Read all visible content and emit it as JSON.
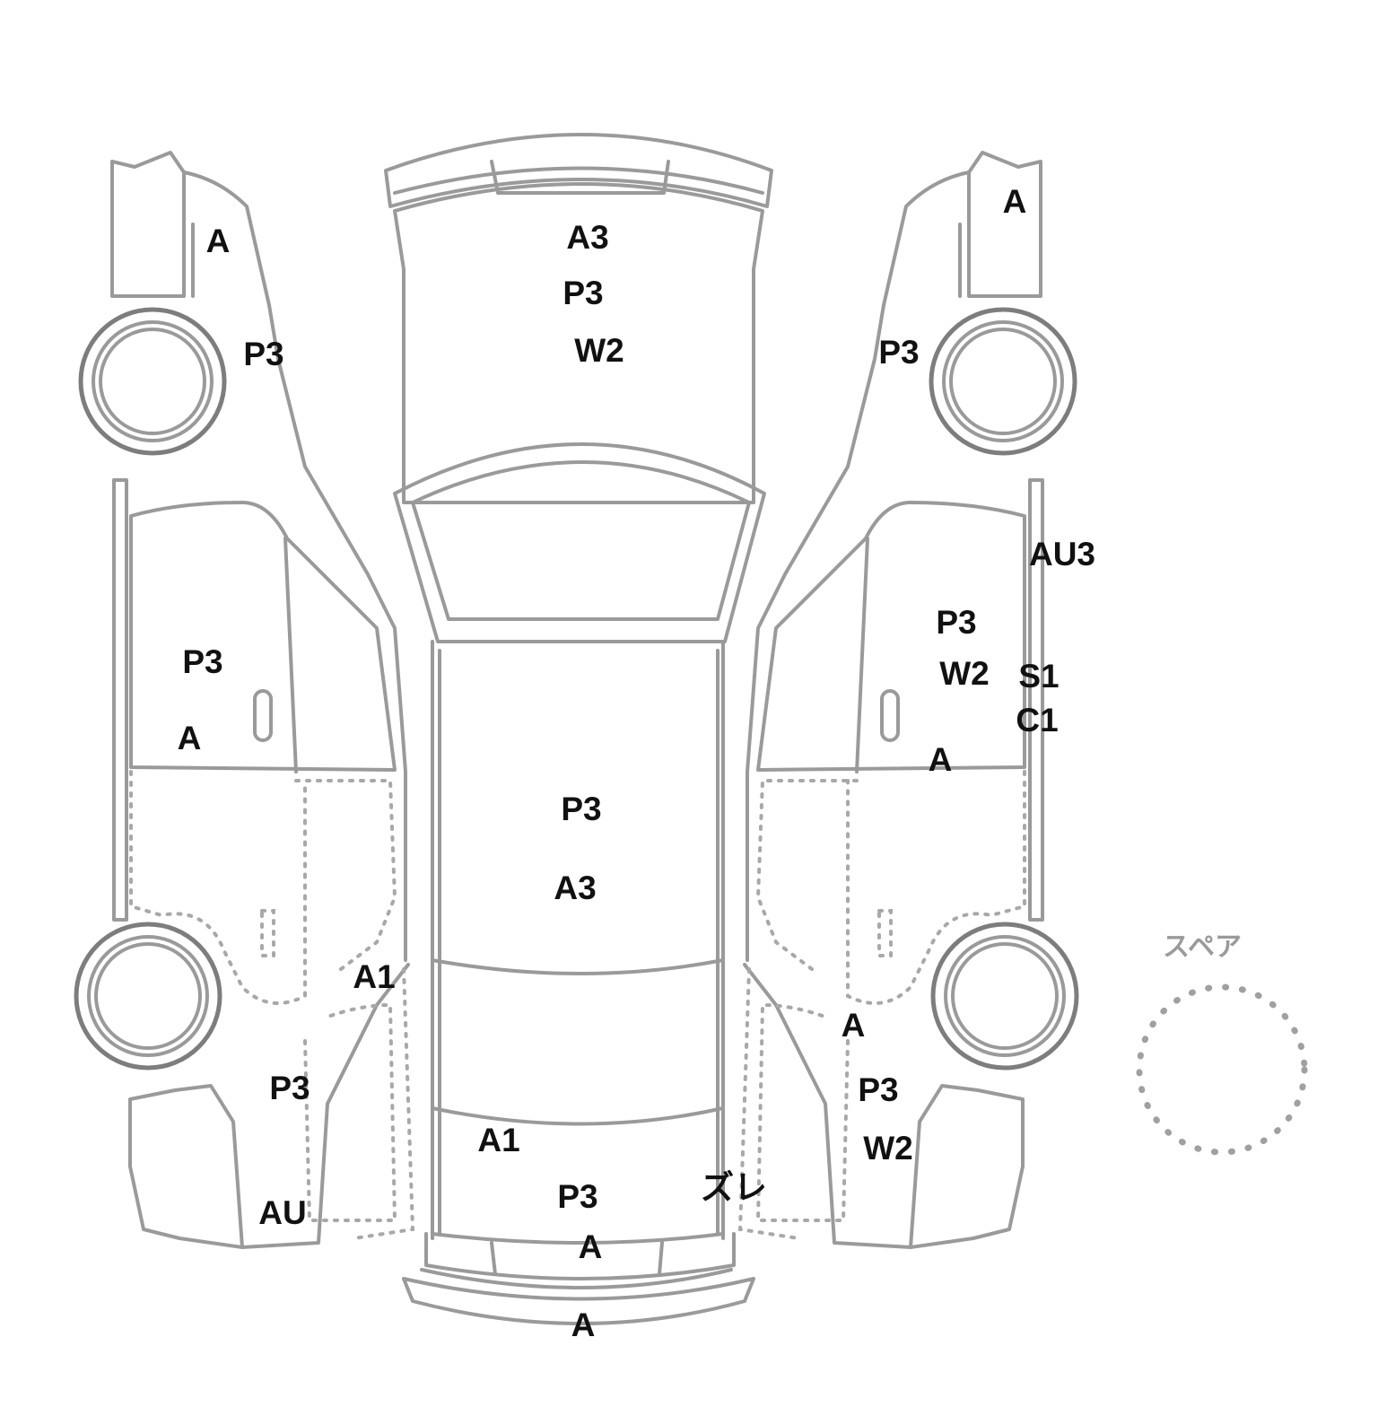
{
  "spare_label": "スペア",
  "marks": {
    "left_front_fender": "A",
    "left_front_fender_lower": "P3",
    "left_front_door": "P3",
    "left_front_door_lower": "A",
    "left_rear_pillar": "A1",
    "left_rear_quarter": "P3",
    "left_rear_bumper_side": "AU",
    "hood_1": "A3",
    "hood_2": "P3",
    "hood_3": "W2",
    "roof_1": "P3",
    "roof_2": "A3",
    "trunk_1": "A1",
    "trunk_2": "P3",
    "trunk_3": "A",
    "rear_bumper": "A",
    "rear_gap": "ズレ",
    "right_front_fender": "A",
    "right_front_fender_lower": "P3",
    "right_sill": "AU3",
    "right_front_door_1": "P3",
    "right_front_door_2": "W2",
    "right_front_door_3": "A",
    "right_sill_2": "S1",
    "right_sill_3": "C1",
    "right_rear_quarter_1": "A",
    "right_rear_quarter_2": "P3",
    "right_rear_quarter_3": "W2"
  }
}
